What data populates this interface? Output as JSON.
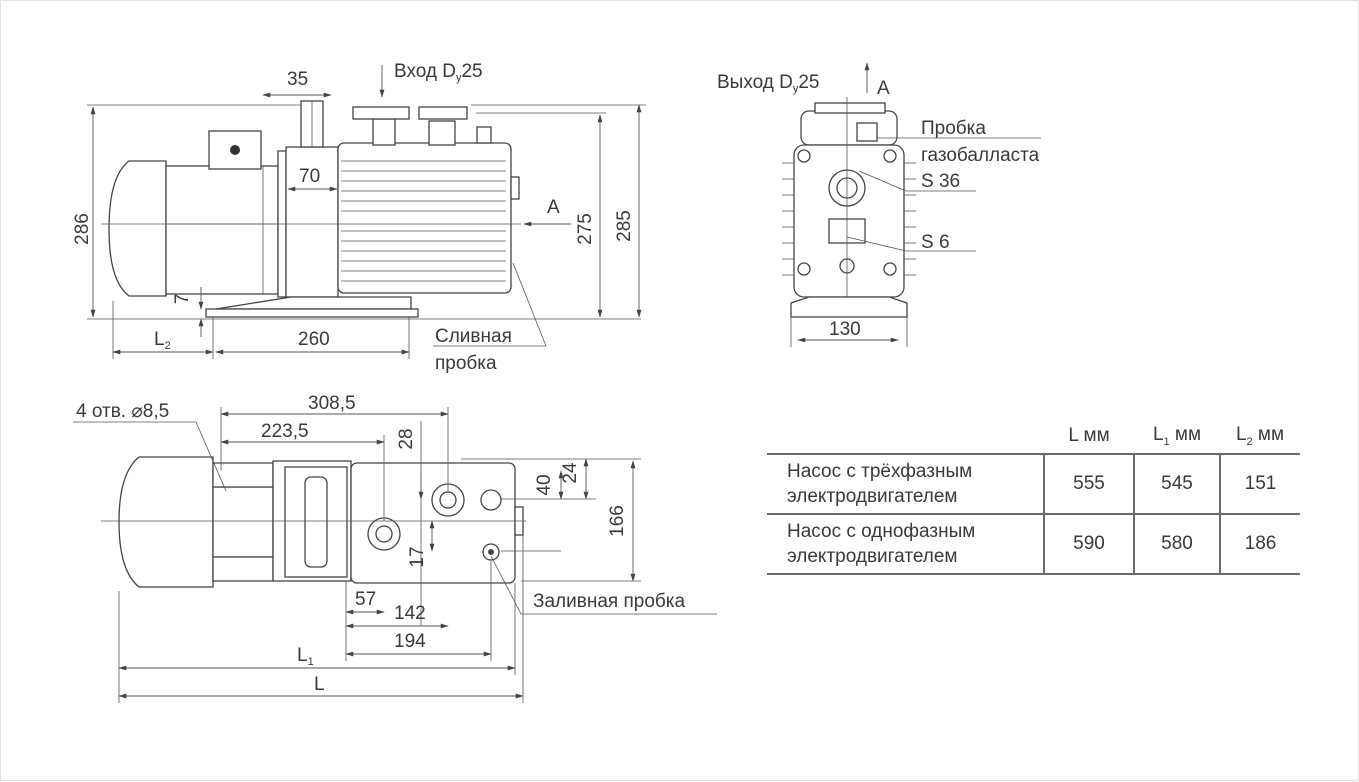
{
  "labels": {
    "inlet_prefix": "Вход D",
    "inlet_sub": "у",
    "inlet_size": "25",
    "outlet_prefix": "Выход D",
    "outlet_sub": "у",
    "outlet_size": "25",
    "view_a": "A",
    "gas_ballast_plug_1": "Пробка",
    "gas_ballast_plug_2": "газобалласта",
    "drain_plug_1": "Сливная",
    "drain_plug_2": "пробка",
    "fill_plug": "Заливная пробка",
    "holes": "4 отв. ⌀8,5",
    "wrench_s36": "S 36",
    "wrench_s6": "S 6"
  },
  "dimensions": {
    "d35": "35",
    "d70": "70",
    "d286": "286",
    "d275": "275",
    "d285": "285",
    "d7": "7",
    "d260": "260",
    "l2": "L",
    "l2_sub": "2",
    "d130": "130",
    "d308_5": "308,5",
    "d223_5": "223,5",
    "d28": "28",
    "d40": "40",
    "d24": "24",
    "d166": "166",
    "d17": "17",
    "d57": "57",
    "d142": "142",
    "d194": "194",
    "l1": "L",
    "l1_sub": "1",
    "l": "L"
  },
  "table": {
    "headers": [
      {
        "main": "L мм",
        "sub": ""
      },
      {
        "main": "L",
        "sub": "1",
        "tail": " мм"
      },
      {
        "main": "L",
        "sub": "2",
        "tail": " мм"
      }
    ],
    "rows": [
      {
        "name_1": "Насос с трёхфазным",
        "name_2": "электродвигателем",
        "L": "555",
        "L1": "545",
        "L2": "151"
      },
      {
        "name_1": "Насос с однофазным",
        "name_2": "электродвигателем",
        "L": "590",
        "L1": "580",
        "L2": "186"
      }
    ]
  },
  "colors": {
    "line": "#444444",
    "text": "#3a3a3a",
    "background": "#ffffff"
  }
}
